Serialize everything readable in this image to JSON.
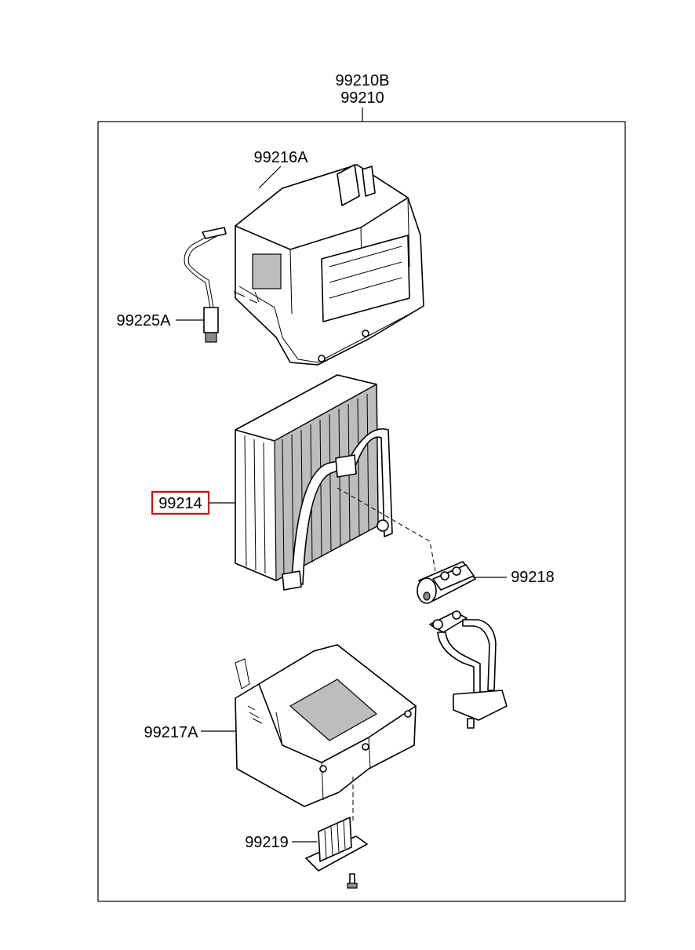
{
  "assembly": {
    "labels": [
      "99210B",
      "99210"
    ]
  },
  "parts": {
    "case_upper": "99216A",
    "sensor": "99225A",
    "evaporator_core": "99214",
    "expansion_valve": "99218",
    "case_lower": "99217A",
    "resistor": "99219"
  },
  "highlight": {
    "part": "99214",
    "color": "#e00000"
  }
}
